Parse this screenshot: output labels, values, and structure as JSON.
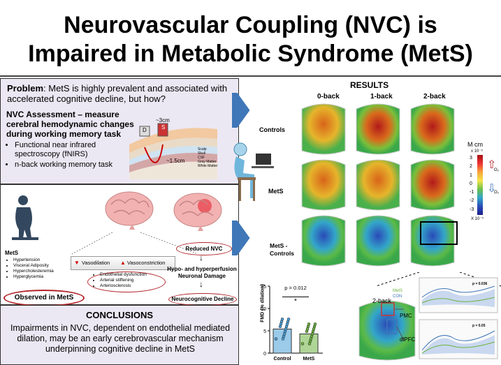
{
  "title": {
    "line1": "Neurovascular Coupling (NVC) is",
    "line2": "Impaired in Metabolic Syndrome (MetS)"
  },
  "problem": {
    "label": "Problem",
    "text": ": MetS is highly prevalent and associated with accelerated cognitive decline, but how?"
  },
  "nvc": {
    "heading": "NVC Assessment – measure cerebral hemodynamic changes during working memory task",
    "bullets": [
      "Functional near infrared spectroscopy (fNIRS)",
      "n-back working memory task"
    ],
    "probe": {
      "d": "D",
      "s": "S",
      "depth1": "~3cm",
      "depth2": "~1.5cm",
      "layers": [
        "Scalp",
        "Skull",
        "CSF",
        "Gray Matter",
        "White Matter"
      ]
    }
  },
  "mets": {
    "label": "MetS",
    "items": [
      "Hypertension",
      "Visceral Adiposity",
      "Hypercholesteremia",
      "Hyperglycemia"
    ]
  },
  "vaso": {
    "dilation": "Vasodilation",
    "constriction": "Vasoconstriction",
    "bullets": [
      "Endothelial dysfunction",
      "Arterial stiffening",
      "Arteriosclerosis"
    ]
  },
  "reduced_nvc": "Reduced NVC",
  "hypo": "Hypo- and hyperperfusion Neuronal Damage",
  "decline": "Neurocognitive Decline",
  "observed": "Observed in MetS",
  "conclusions": {
    "heading": "CONCLUSIONS",
    "text": "Impairments in NVC, dependent on endothelial mediated dilation, may be an early cerebrovascular mechanism underpinning cognitive decline in MetS"
  },
  "results": {
    "heading": "RESULTS",
    "cols": [
      "0-back",
      "1-back",
      "2-back"
    ],
    "rows": [
      "Controls",
      "MetS",
      "MetS - Controls"
    ],
    "scale": {
      "unit": "M cm",
      "top_exp": "x 10⁻⁵",
      "bottom_exp": "X 10⁻⁵",
      "ticks": [
        "3",
        "2",
        "1",
        "0",
        "-1",
        "-2",
        "-3"
      ],
      "o2": "O₂"
    }
  },
  "fmd": {
    "ylabel": "FMD (% dilation)",
    "pval": "p = 0.012",
    "star": "*",
    "groups": [
      "Control",
      "MetS"
    ],
    "yticks": [
      "15",
      "10",
      "5",
      "0"
    ]
  },
  "detail": {
    "twoback": "2-back",
    "pmc": "PMC",
    "dlpfc": "dlPFC",
    "legend": [
      "MetS",
      "CON"
    ],
    "p1": "p = 0.036",
    "p2": "p = 0.05"
  },
  "chart_data": {
    "type": "bar",
    "categories": [
      "Control",
      "MetS"
    ],
    "values": [
      5.4,
      4.3
    ],
    "ylabel": "FMD (% dilation)",
    "ylim": [
      0,
      15
    ],
    "annotations": [
      "p = 0.012",
      "*"
    ]
  }
}
